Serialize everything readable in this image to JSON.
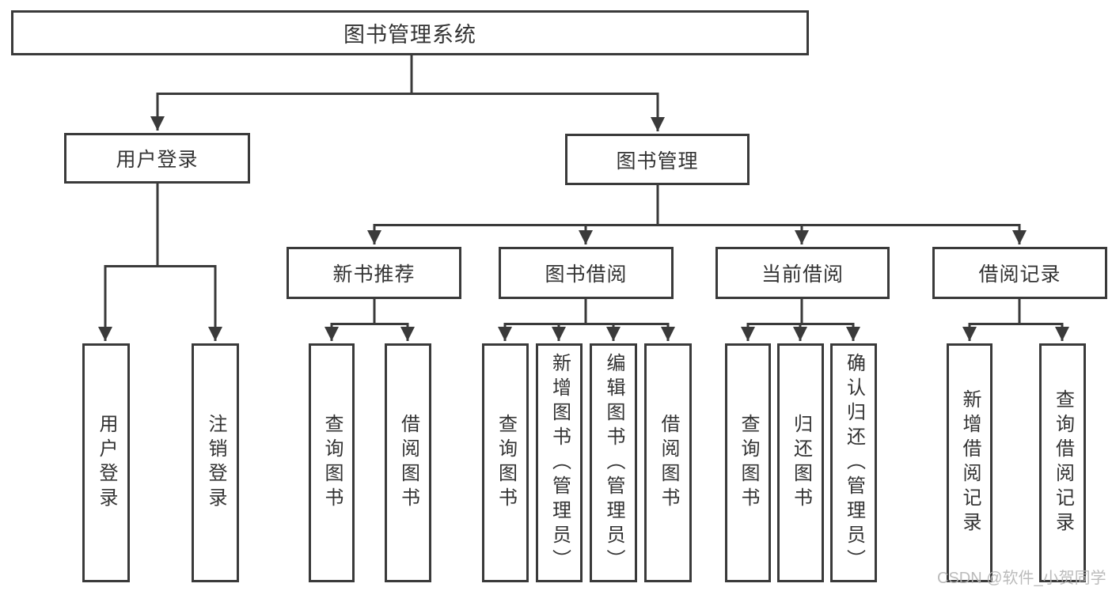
{
  "root": {
    "label": "图书管理系统"
  },
  "level2": [
    {
      "label": "用户登录",
      "children": [
        {
          "label": "用户登录"
        },
        {
          "label": "注销登录"
        }
      ]
    },
    {
      "label": "图书管理",
      "children": [
        {
          "label": "新书推荐",
          "children": [
            {
              "label": "查询图书"
            },
            {
              "label": "借阅图书"
            }
          ]
        },
        {
          "label": "图书借阅",
          "children": [
            {
              "label": "查询图书"
            },
            {
              "label": "新增图书（管理员）"
            },
            {
              "label": "编辑图书（管理员）"
            },
            {
              "label": "借阅图书"
            }
          ]
        },
        {
          "label": "当前借阅",
          "children": [
            {
              "label": "查询图书"
            },
            {
              "label": "归还图书"
            },
            {
              "label": "确认归还（管理员）"
            }
          ]
        },
        {
          "label": "借阅记录",
          "children": [
            {
              "label": "新增借阅记录"
            },
            {
              "label": "查询借阅记录"
            }
          ]
        }
      ]
    }
  ],
  "watermark": "CSDN @软件_小贺同学",
  "colors": {
    "line": "#3a3a3a",
    "box_border": "#3a3a3a",
    "box_fill": "#ffffff",
    "text": "#333333",
    "watermark": "#b4b4b4",
    "background": "#ffffff"
  }
}
